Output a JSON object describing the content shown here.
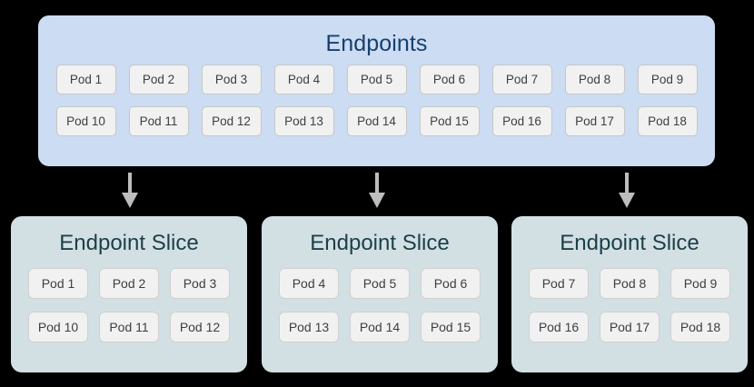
{
  "diagram": {
    "background_color": "#000000",
    "endpoints": {
      "title": "Endpoints",
      "panel_color": "#ccdcf2",
      "title_color": "#16406f",
      "rows": [
        [
          "Pod 1",
          "Pod 2",
          "Pod 3",
          "Pod 4",
          "Pod 5",
          "Pod 6",
          "Pod 7",
          "Pod 8",
          "Pod 9"
        ],
        [
          "Pod 10",
          "Pod 11",
          "Pod 12",
          "Pod 13",
          "Pod 14",
          "Pod 15",
          "Pod 16",
          "Pod 17",
          "Pod 18"
        ]
      ]
    },
    "arrows": {
      "icon": "arrow-down-icon",
      "color": "#bdbdbd",
      "count": 3
    },
    "slices": [
      {
        "title": "Endpoint Slice",
        "panel_color": "#d2e0e4",
        "title_color": "#1d3f48",
        "rows": [
          [
            "Pod 1",
            "Pod 2",
            "Pod 3"
          ],
          [
            "Pod 10",
            "Pod 11",
            "Pod 12"
          ]
        ]
      },
      {
        "title": "Endpoint Slice",
        "panel_color": "#d2e0e4",
        "title_color": "#1d3f48",
        "rows": [
          [
            "Pod 4",
            "Pod 5",
            "Pod 6"
          ],
          [
            "Pod 13",
            "Pod 14",
            "Pod 15"
          ]
        ]
      },
      {
        "title": "Endpoint Slice",
        "panel_color": "#d2e0e4",
        "title_color": "#1d3f48",
        "rows": [
          [
            "Pod 7",
            "Pod 8",
            "Pod 9"
          ],
          [
            "Pod 16",
            "Pod 17",
            "Pod 18"
          ]
        ]
      }
    ]
  }
}
